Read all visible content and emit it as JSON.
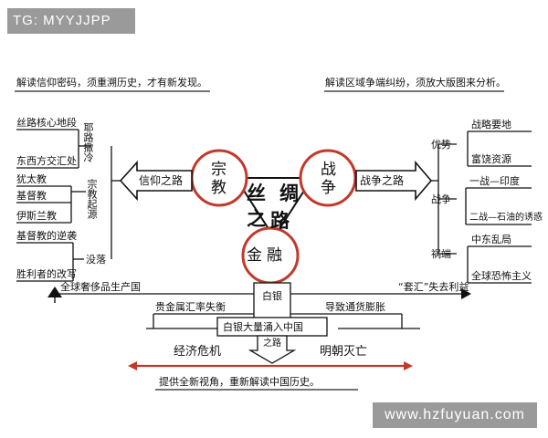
{
  "watermarks": {
    "top": "TG: MYYJJPP",
    "bottom": "www.hzfuyuan.com"
  },
  "notes": {
    "top_left": "解读信仰密码，须重溯历史，才有新发现。",
    "top_right": "解读区域争端纠纷，须放大版图来分析。",
    "bottom": "提供全新视角，重新解读中国历史。"
  },
  "center": {
    "title_1": "丝",
    "title_2": "绸",
    "title_3": "之",
    "title_4": "路"
  },
  "nodes": {
    "religion": {
      "c1": "宗",
      "c2": "教",
      "arrow": "信仰之路"
    },
    "war": {
      "c1": "战",
      "c2": "争",
      "arrow": "战争之路"
    },
    "finance": {
      "c1": "金",
      "c2": "融"
    }
  },
  "left": {
    "items": [
      "丝路核心地段",
      "东西方交汇处",
      "犹太教",
      "基督教",
      "伊斯兰教",
      "基督教的逆袭",
      "胜利者的改写"
    ],
    "group1": "耶路撒冷",
    "group2": "宗教起源",
    "group3": "没落"
  },
  "right": {
    "group1": "优势",
    "group2": "战争",
    "group3": "祸端",
    "items": [
      "战略要地",
      "富饶资源",
      "一战—印度",
      "二战—石油的诱惑",
      "中东乱局",
      "全球恐怖主义"
    ]
  },
  "finance_flow": {
    "silver": "白银",
    "left_top": "全球奢侈品生产国",
    "left_mid": "贵金属汇率失衡",
    "center_box": "白银大量涌入中国",
    "right_top": "“套汇”失去利益",
    "right_mid": "导致通货膨胀",
    "road": "之路",
    "left_bottom": "经济危机",
    "right_bottom": "明朝灭亡"
  }
}
